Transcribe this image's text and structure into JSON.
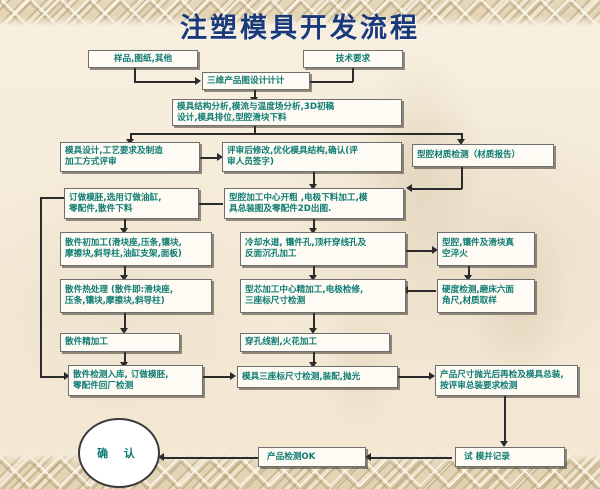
{
  "page": {
    "title": "注塑模具开发流程",
    "accent_color": "#1b3a7a",
    "box_text_color": "#0e7b72",
    "background_color": "#f5ecd9"
  },
  "nodes": {
    "sample": "样品,图纸,其他",
    "tech_req": "技术要求",
    "product_3d": "三维产品图设计计计",
    "mold_analysis_l1": "模具结构分析,模流与温度场分析,3D初稿",
    "mold_analysis_l2": "设计,模具排位,型腔滑块下料",
    "design_review_l1": "模具设计,工艺要求及制造",
    "design_review_l2": "加工方式评审",
    "after_review_l1": "评审后修改,优化模具结构,确认(评",
    "after_review_l2": "审人员签字)",
    "cavity_material": "型腔材质检测（材质报告）",
    "order_base_l1": "订做模胚,选用订做油缸,",
    "order_base_l2": "零配件,散件下料",
    "cavity_rough_l1": "型腔加工中心开粗 ,电极下料加工,模",
    "cavity_rough_l2": "具总装图及零配件2D出图.",
    "loose_rough_l1": "散件初加工(滑块座,压条,镶块,",
    "loose_rough_l2": "摩擦块,斜导柱,油缸支架,面板)",
    "cooling_l1": "冷却水道, 镶件孔,顶杆穿线孔及",
    "cooling_l2": "反面沉孔加工",
    "vacuum_quench_l1": "型腔,镶件及滑块真",
    "vacuum_quench_l2": "空淬火",
    "heat_treat_l1": "散件热处理 (散件即:滑块座,",
    "heat_treat_l2": "压条,镶块,摩擦块,斜导柱)",
    "core_finish_l1": "型芯加工中心精加工,电极检修,",
    "core_finish_l2": "三座标尺寸检测",
    "hardness_l1": "硬度检测,磨床六面",
    "hardness_l2": "角尺,材质取样",
    "loose_finish": "散件精加工",
    "wire_edm": "穿孔线割,火花加工",
    "loose_store_l1": "散件检测入库, 订做模胚,",
    "loose_store_l2": "零配件回厂检测",
    "mold_cmm_l1": "模具三座标尺寸检测,装配,抛光",
    "final_check_l1": "产品尺寸抛光后再检及模具总装,",
    "final_check_l2": "按评审总装要求检测",
    "trial_mold": "试 模并记录",
    "product_ok": "产品检测OK",
    "confirm": "确 认"
  }
}
